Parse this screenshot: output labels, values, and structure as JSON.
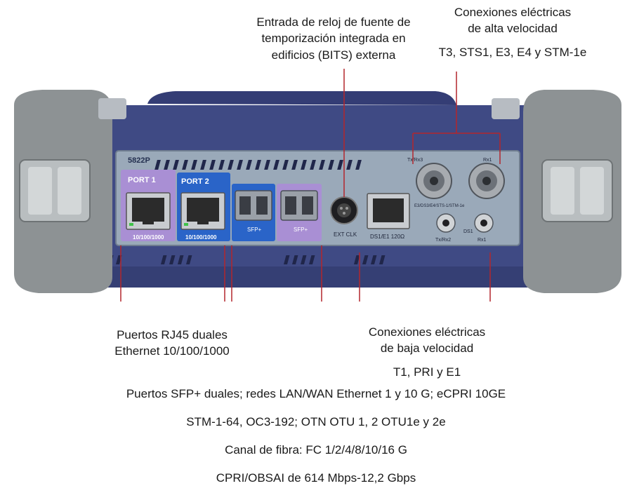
{
  "captions": {
    "bits": [
      "Entrada de reloj de fuente de",
      "temporización integrada en",
      "edificios (BITS) externa"
    ],
    "high_speed": [
      "Conexiones eléctricas",
      "de alta velocidad",
      "T3, STS1, E3, E4 y STM-1e"
    ],
    "rj45": [
      "Puertos RJ45 duales",
      "Ethernet 10/100/1000"
    ],
    "low_speed": [
      "Conexiones eléctricas",
      "de baja velocidad",
      "T1, PRI y E1"
    ],
    "sfp": [
      "Puertos SFP+ duales; redes LAN/WAN Ethernet 1 y 10 G; eCPRI 10GE",
      "STM-1-64, OC3-192; OTN OTU 1, 2 OTU1e y 2e",
      "Canal de fibra: FC 1/2/4/8/10/16 G",
      "CPRI/OBSAI de 614 Mbps-12,2 Gbps"
    ]
  },
  "device": {
    "model": "5822P",
    "port1": "PORT 1",
    "port2": "PORT 2",
    "port_speed": "10/100/1000",
    "sfp_label": "SFP+",
    "ext_clk": "EXT CLK",
    "ds1_e1": "DS1/E1 120Ω",
    "tx_high": "Tx/Rx3",
    "rx_high": "Rx1",
    "stm_label": "E3/DS3/E4/STS-1/STM-1e",
    "tx_low": "Tx/Rx2",
    "ds1": "DS1",
    "rx_low": "Rx1"
  },
  "colors": {
    "leader": "#b3262c",
    "panel": "#9aa9b9",
    "body": "#3f4a84",
    "bumper": "#8d9294",
    "sfp_blue": "#2a64c8",
    "port_purple": "#a98fd4"
  }
}
